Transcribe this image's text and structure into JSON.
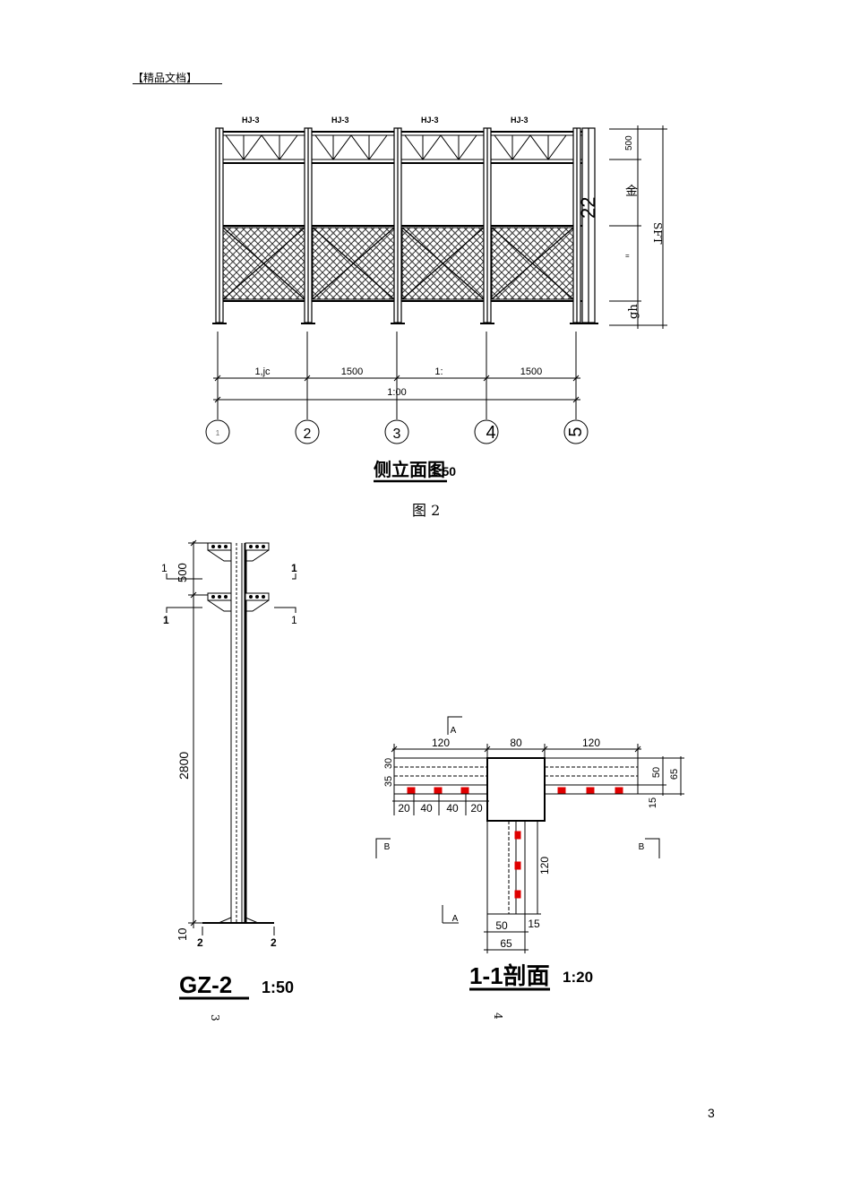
{
  "header": {
    "text": "【精品文档】"
  },
  "elevation": {
    "truss_labels": [
      "HJ-3",
      "HJ-3",
      "HJ-3",
      "HJ-3"
    ],
    "right_dims": {
      "top": "500",
      "middle": "金",
      "bottom": "gh",
      "total": "SFT",
      "mark": "22",
      "small": "="
    },
    "bay_dims": [
      "1,jc",
      "1500",
      "1:",
      "1500"
    ],
    "total_dim": "1:00",
    "axes": [
      "1",
      "2",
      "3",
      "4",
      "5"
    ],
    "title": "侧立面图",
    "scale": "1:50"
  },
  "figure_caption": "图 2",
  "column": {
    "dim_top": "500",
    "dim_main": "2800",
    "dim_base": "10",
    "section_marks": [
      "1",
      "1",
      "1",
      "1"
    ],
    "base_marks": [
      "2",
      "2"
    ],
    "title": "GZ-2",
    "scale": "1:50",
    "sub_label": "3"
  },
  "section": {
    "top_dims": [
      "120",
      "80",
      "120"
    ],
    "left_dims": [
      "35",
      "30"
    ],
    "right_dims": [
      "50",
      "65",
      "15"
    ],
    "bolt_dims": [
      "20",
      "40",
      "40",
      "20"
    ],
    "vertical_dim": "120",
    "bottom_dims": [
      "50",
      "15",
      "65"
    ],
    "cut_labels": [
      "A",
      "A",
      "B",
      "B"
    ],
    "title": "1-1剖面",
    "scale": "1:20",
    "sub_label": "4"
  },
  "page_number": "3"
}
